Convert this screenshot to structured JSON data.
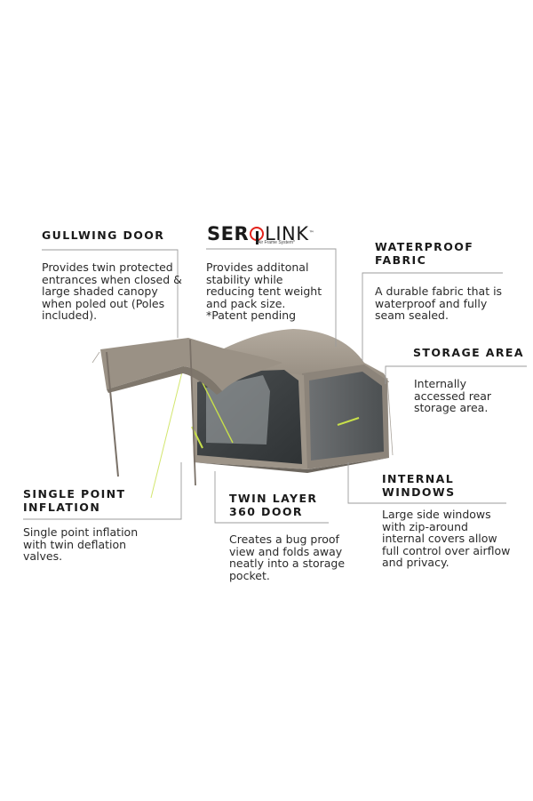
{
  "brand": {
    "logo_left": "SER",
    "logo_right": "LINK",
    "tm": "™",
    "subtitle": "Air Frame System*"
  },
  "callouts": {
    "gullwing": {
      "title": "GULLWING DOOR",
      "lines": [
        "Provides twin protected",
        "entrances when closed &",
        "large shaded canopy",
        "when poled out (Poles",
        "included)."
      ]
    },
    "serolink": {
      "lines": [
        "Provides additonal",
        "stability while",
        "reducing tent weight",
        "and pack size.",
        "*Patent pending"
      ]
    },
    "waterproof": {
      "title_lines": [
        "WATERPROOF",
        "FABRIC"
      ],
      "lines": [
        "A durable fabric that is",
        "waterproof and fully",
        "seam sealed."
      ]
    },
    "storage": {
      "title": "STORAGE AREA",
      "lines": [
        "Internally",
        "accessed rear",
        "storage area."
      ]
    },
    "single_point": {
      "title_lines": [
        "SINGLE POINT",
        "INFLATION"
      ],
      "lines": [
        "Single point inflation",
        "with twin deflation",
        "valves."
      ]
    },
    "twin_layer": {
      "title_lines": [
        "TWIN LAYER",
        "360 DOOR"
      ],
      "lines": [
        "Creates a bug proof",
        "view and folds away",
        "neatly into a storage",
        "pocket."
      ]
    },
    "internal_windows": {
      "title_lines": [
        "INTERNAL",
        "WINDOWS"
      ],
      "lines": [
        "Large side windows",
        "with zip-around",
        "internal covers allow",
        "full control over airflow",
        "and privacy."
      ]
    }
  },
  "tent_graphic": {
    "fabric_color": "#a39a8f",
    "shade_color": "#8a8178",
    "mesh_color": "#3e4244",
    "accent_color": "#c8e04a",
    "brand_red": "#e3231c"
  }
}
